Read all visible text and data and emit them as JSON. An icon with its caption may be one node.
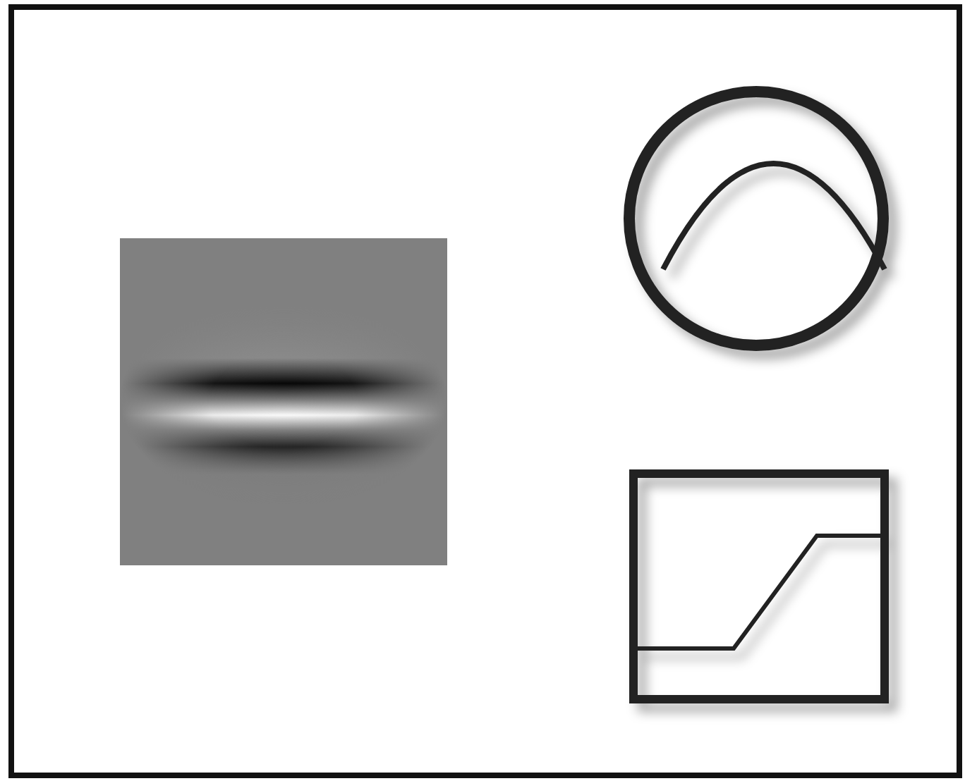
{
  "diagram": {
    "nodes": [
      {
        "text": [],
        "shape": "picture"
      },
      {
        "text": [],
        "shape": "circle"
      },
      {
        "text": [],
        "shape": "box"
      }
    ]
  }
}
